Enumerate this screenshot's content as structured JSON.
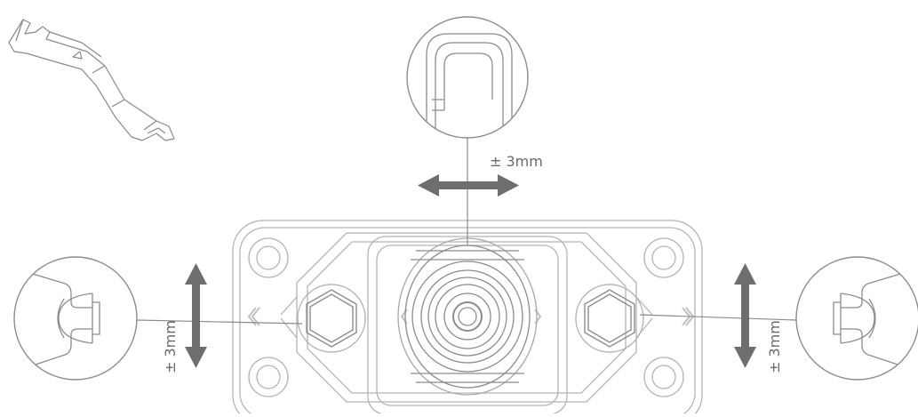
{
  "labels": {
    "top_tolerance": "± 3mm",
    "left_tolerance": "± 3mm",
    "right_tolerance": "± 3mm"
  },
  "colors": {
    "line": "#9a9a9a",
    "light_line": "#c4c4c4",
    "arrow": "#6e6e6e",
    "text": "#6a6a6a"
  }
}
